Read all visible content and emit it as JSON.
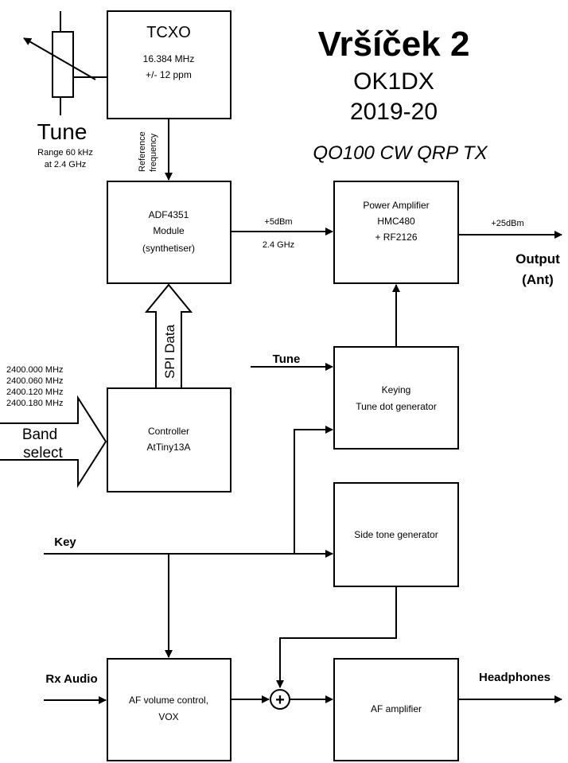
{
  "title": {
    "name": "Vršíček 2",
    "callsign": "OK1DX",
    "years": "2019-20",
    "subtitle": "QO100 CW QRP TX"
  },
  "tune_pot": {
    "label": "Tune",
    "range_line1": "Range 60 kHz",
    "range_line2": "at 2.4 GHz"
  },
  "blocks": {
    "tcxo": {
      "title": "TCXO",
      "line1": "16.384 MHz",
      "line2": "+/- 12 ppm"
    },
    "adf": {
      "line1": "ADF4351",
      "line2": "Module",
      "line3": "(synthetiser)"
    },
    "pa": {
      "line1": "Power Amplifier",
      "line2": "HMC480",
      "line3": "+ RF2126"
    },
    "keying": {
      "line1": "Keying",
      "line2": "Tune dot generator"
    },
    "controller": {
      "line1": "Controller",
      "line2": "AtTiny13A"
    },
    "sidetone": {
      "line1": "Side tone generator"
    },
    "afvol": {
      "line1": "AF volume control,",
      "line2": "VOX"
    },
    "afamp": {
      "line1": "AF amplifier"
    }
  },
  "labels": {
    "ref_line1": "Reference",
    "ref_line2": "frequency",
    "level_in": "+5dBm",
    "freq": "2.4 GHz",
    "level_out": "+25dBm",
    "output_line1": "Output",
    "output_line2": "(Ant)",
    "tune_input": "Tune",
    "spi": "SPI Data",
    "band_line1": "Band",
    "band_line2": "select",
    "key": "Key",
    "rx_audio": "Rx Audio",
    "headphones": "Headphones",
    "summer_symbol": "+"
  },
  "band_freqs": [
    "2400.000 MHz",
    "2400.060 MHz",
    "2400.120 MHz",
    "2400.180 MHz"
  ]
}
